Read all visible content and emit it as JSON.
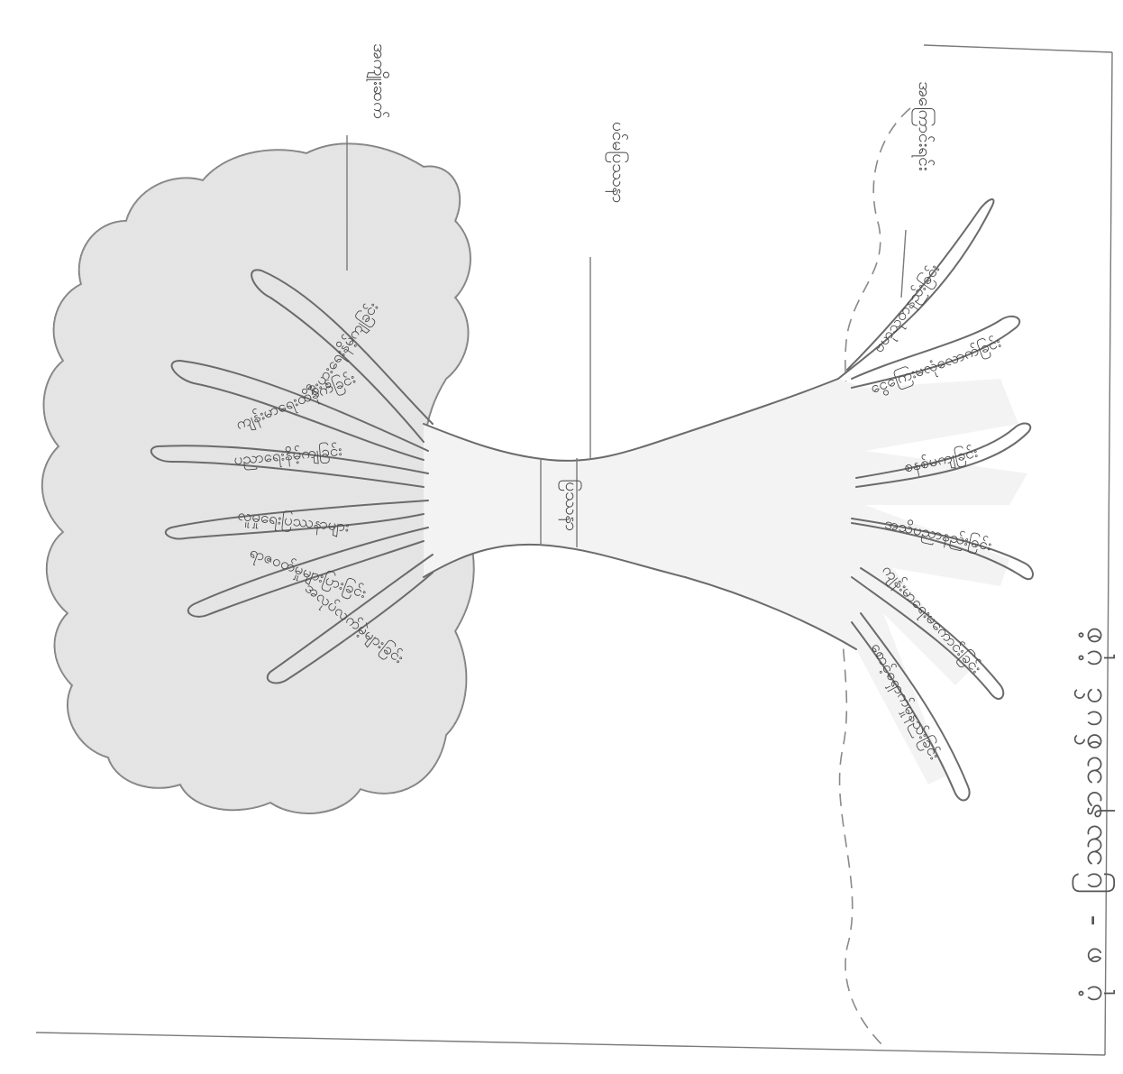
{
  "diagram": {
    "caption": "ပုံ ၈ - ပြဿနာသစ်ပင် ပုံစံ",
    "labels": {
      "leaves": "အကျိုးဆက်",
      "trunk_pointer": "ပင်မပြဿနာ",
      "roots_pointer": "အကြောင်းရင်း",
      "trunk_center": "ပြဿနာ"
    },
    "branches": [
      "စီးပွားရေးနိမ့်ကျခြင်း",
      "ကျန်းမာရေးထိခိုက်ခြင်း",
      "ပညာရေးနိမ့်ကျခြင်း",
      "လူမှုရေးပြဿနာများ",
      "ရာဇဝတ်မှုများပြားခြင်း",
      "အလုပ်လက်မဲ့များခြင်း"
    ],
    "roots": [
      "ဗဟုသုတနည်းခြင်း",
      "ငွေကြေးမလုံလောက်ခြင်း",
      "စနစ်မကျခြင်း",
      "အသိပညာနည်းခြင်း",
      "ကျန်းမာရေးမကောင်းခြင်း",
      "စောင့်ရှောက်မှုနည်းခြင်း"
    ]
  },
  "colors": {
    "pencil": "#6b6b6b",
    "canopy_shade": "#d9d9d9",
    "paper": "#ffffff"
  }
}
